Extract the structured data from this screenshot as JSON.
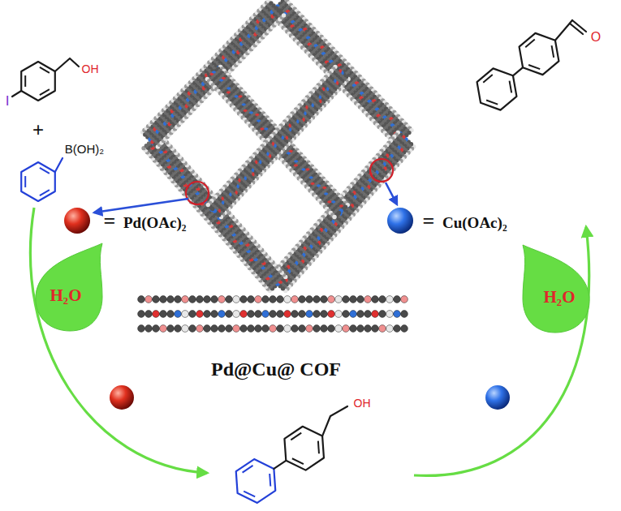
{
  "diagram": {
    "nodes": [
      {
        "text": [
          "H₂O"
        ]
      },
      {
        "text": [
          "H₂O"
        ]
      }
    ],
    "labels": [
      "I",
      "OH",
      "+",
      "B(OH)₂",
      "=",
      "Pd(OAc)₂",
      "=",
      "Cu(OAc)₂",
      "Pd@Cu@ COF",
      "OH",
      "O"
    ]
  }
}
